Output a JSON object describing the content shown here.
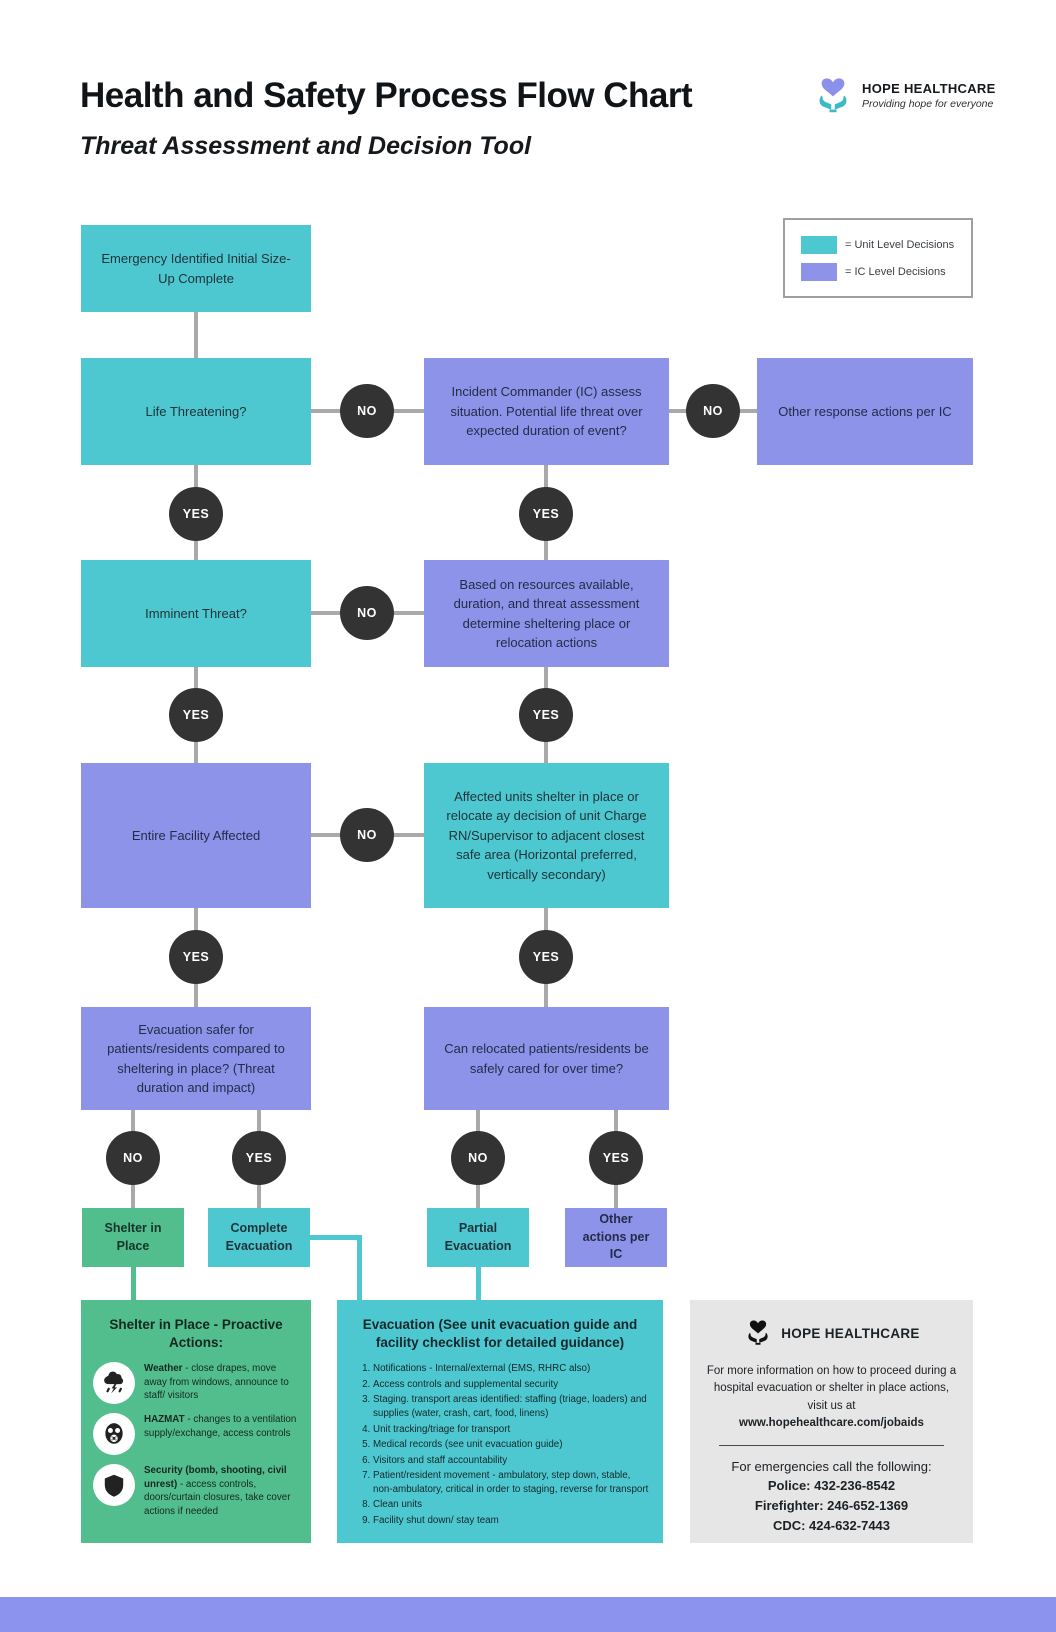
{
  "page": {
    "title": "Health and Safety Process Flow Chart",
    "subtitle": "Threat Assessment and Decision Tool"
  },
  "logo": {
    "name": "HOPE HEALTHCARE",
    "tagline": "Providing hope for everyone"
  },
  "legend": {
    "items": [
      {
        "label": "= Unit Level Decisions",
        "color": "#4ec8d0"
      },
      {
        "label": "= IC Level Decisions",
        "color": "#8c93e9"
      }
    ]
  },
  "colors": {
    "unit_level_teal": "#4ec8d0",
    "ic_level_purple": "#8c93e9",
    "shelter_green": "#53be8d",
    "decision_circle": "#333333",
    "connector_gray": "#a9a9a9",
    "footer_purple": "#8b93ee",
    "info_panel_gray": "#e6e6e6"
  },
  "flow": {
    "labels": {
      "yes": "YES",
      "no": "NO"
    },
    "nodes": {
      "start": "Emergency Identified Initial Size-Up Complete",
      "life_threatening": "Life Threatening?",
      "ic_assess": "Incident Commander (IC) assess situation. Potential life threat over expected duration of event?",
      "other_response": "Other response actions per IC",
      "imminent_threat": "Imminent Threat?",
      "based_on_resources": "Based on resources available, duration, and threat assessment determine sheltering place or relocation actions",
      "entire_facility": "Entire Facility Affected",
      "affected_units": "Affected units shelter in place or relocate ay decision of unit Charge RN/Supervisor to adjacent closest safe area (Horizontal preferred, vertically secondary)",
      "evacuation_safer": "Evacuation safer for patients/residents compared to sheltering in place? (Threat duration and impact)",
      "can_relocated": "Can relocated patients/residents be safely cared for over time?",
      "shelter_in_place": "Shelter in Place",
      "complete_evacuation": "Complete Evacuation",
      "partial_evacuation": "Partial Evacuation",
      "other_actions": "Other actions per IC"
    }
  },
  "shelter_panel": {
    "title": "Shelter in Place - Proactive Actions:",
    "items": [
      {
        "icon": "storm-cloud-icon",
        "lead": "Weather",
        "rest": " - close drapes, move away from windows, announce to staff/ visitors"
      },
      {
        "icon": "gas-mask-icon",
        "lead": "HAZMAT",
        "rest": " - changes to a ventilation supply/exchange, access controls"
      },
      {
        "icon": "shield-icon",
        "lead": "Security (bomb, shooting, civil unrest)",
        "rest": " - access controls, doors/curtain closures, take cover actions if needed"
      }
    ]
  },
  "evacuation_panel": {
    "title": "Evacuation (See unit evacuation guide and facility checklist for detailed guidance)",
    "items": [
      "Notifications - Internal/external (EMS, RHRC also)",
      "Access controls and supplemental security",
      "Staging. transport areas identified: staffing (triage, loaders) and supplies (water, crash, cart, food, linens)",
      "Unit tracking/triage for transport",
      "Medical records (see unit evacuation guide)",
      "Visitors and staff accountability",
      "Patient/resident movement - ambulatory, step down, stable, non-ambulatory, critical in order to staging, reverse for transport",
      "Clean units",
      "Facility shut down/ stay team"
    ]
  },
  "info_panel": {
    "brand": "HOPE HEALTHCARE",
    "body": "For more information on how to proceed during a hospital evacuation or shelter in place actions, visit us at",
    "link": "www.hopehealthcare.com/jobaids",
    "emergency_heading": "For emergencies call the following:",
    "contacts": [
      "Police: 432-236-8542",
      "Firefighter: 246-652-1369",
      "CDC: 424-632-7443"
    ]
  }
}
